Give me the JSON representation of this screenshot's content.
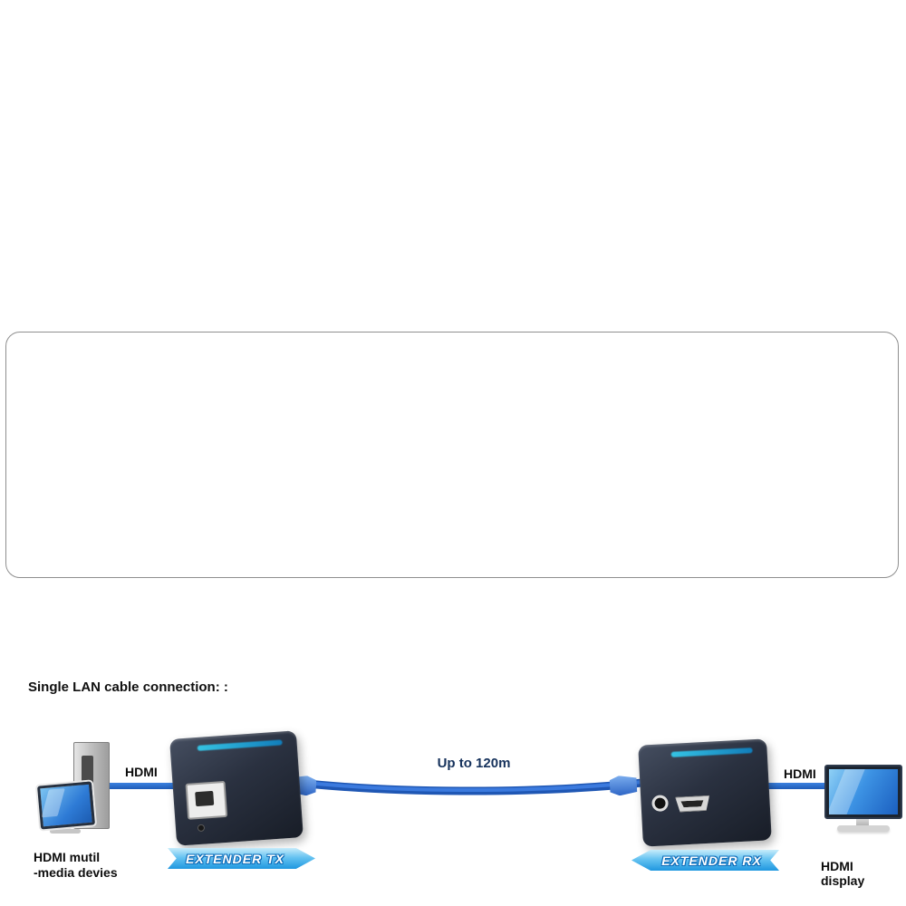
{
  "title": "Single LAN cable connection: :",
  "source": {
    "line1": "HDMI mutil",
    "line2": "-media devies"
  },
  "display": {
    "label": "HDMI display"
  },
  "connections": {
    "left_hdmi": "HDMI",
    "right_hdmi": "HDMI",
    "distance": "Up to 120m"
  },
  "devices": {
    "tx": {
      "banner": "EXTENDER TX"
    },
    "rx": {
      "banner": "EXTENDER RX"
    }
  },
  "colors": {
    "cable_blue": "#2a6fd6",
    "banner_blue": "#2f9fe4",
    "device_body": "#2a3140",
    "screen_blue": "#3d93e4",
    "frame_border": "#8f8f8f"
  }
}
